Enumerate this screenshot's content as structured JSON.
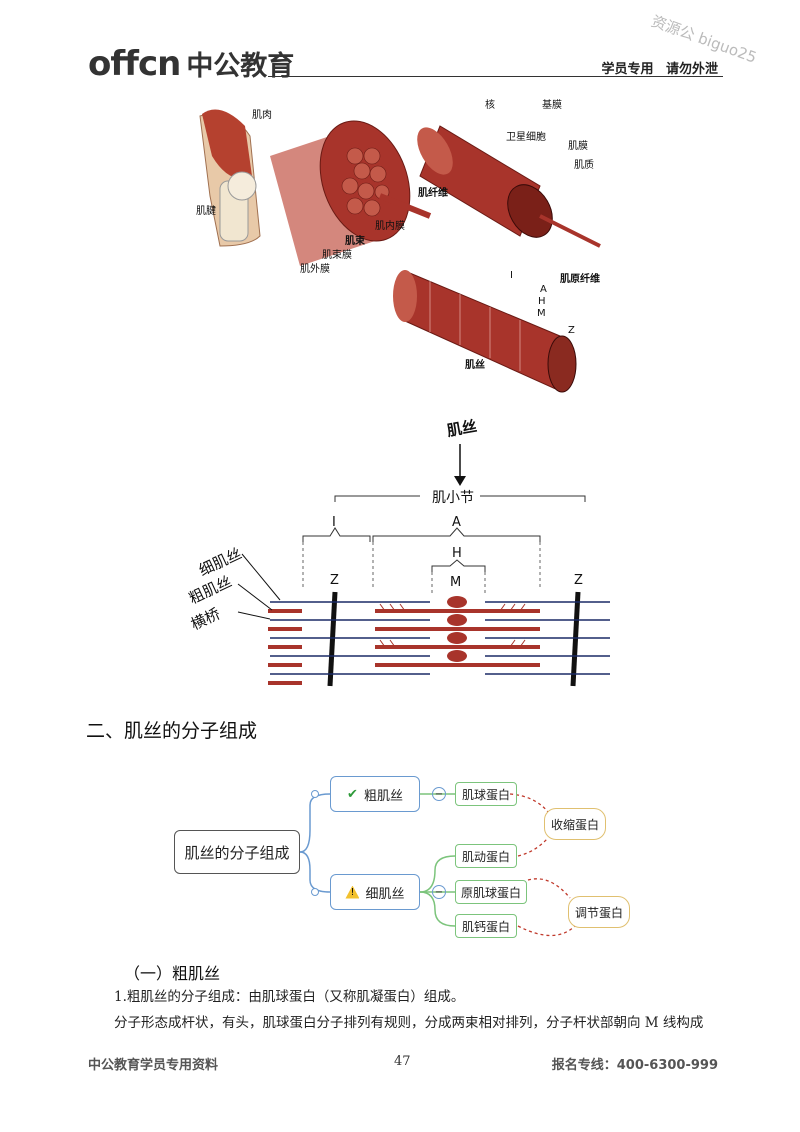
{
  "header": {
    "logo_latin": "offcn",
    "logo_cn": "中公教育",
    "note": "学员专用 请勿外泄",
    "watermark": "资源公 biguo25"
  },
  "figure1": {
    "labels": {
      "muscle": "肌肉",
      "tendon": "肌腱",
      "fascicle": "肌束",
      "endomysium": "肌内膜",
      "perimysium": "肌束膜",
      "epimysium": "肌外膜",
      "fiber": "肌纤维",
      "nucleus": "核",
      "basement": "基膜",
      "satellite": "卫星细胞",
      "sarcolemma": "肌膜",
      "sarcoplasm": "肌质",
      "myofibril": "肌原纤维",
      "myofilament": "肌丝",
      "band_i": "I",
      "band_a": "A",
      "zone_h": "H",
      "line_m": "M",
      "line_z": "Z"
    }
  },
  "figure2": {
    "top": "肌丝",
    "sarcomere": "肌小节",
    "band_i": "I",
    "band_a": "A",
    "zone_h": "H",
    "line_m": "M",
    "line_z_left": "Z",
    "line_z_right": "Z",
    "thin": "细肌丝",
    "thick": "粗肌丝",
    "bridge": "横桥"
  },
  "section_title": "二、肌丝的分子组成",
  "mindmap": {
    "root": "肌丝的分子组成",
    "branch_thick": "粗肌丝",
    "branch_thin": "细肌丝",
    "myosin": "肌球蛋白",
    "actin": "肌动蛋白",
    "tropomyosin": "原肌球蛋白",
    "troponin": "肌钙蛋白",
    "contractile": "收缩蛋白",
    "regulatory": "调节蛋白",
    "check_icon": "✔",
    "warn_icon": "!",
    "collapse": "−"
  },
  "sub_title": "（一）粗肌丝",
  "para1": "1.粗肌丝的分子组成：由肌球蛋白（又称肌凝蛋白）组成。",
  "para2": "分子形态成杆状，有头，肌球蛋白分子排列有规则，分成两束相对排列，分子杆状部朝向 M 线构成",
  "footer": {
    "left": "中公教育学员专用资料",
    "page": "47",
    "right": "报名专线：400-6300-999"
  },
  "colors": {
    "muscle_red": "#a8342b",
    "thin_blue": "#1a2a66",
    "green_box": "#7cc47c",
    "blue_box": "#6a9ad0",
    "gold_box": "#e0c070",
    "arrow_red": "#c0392b"
  }
}
